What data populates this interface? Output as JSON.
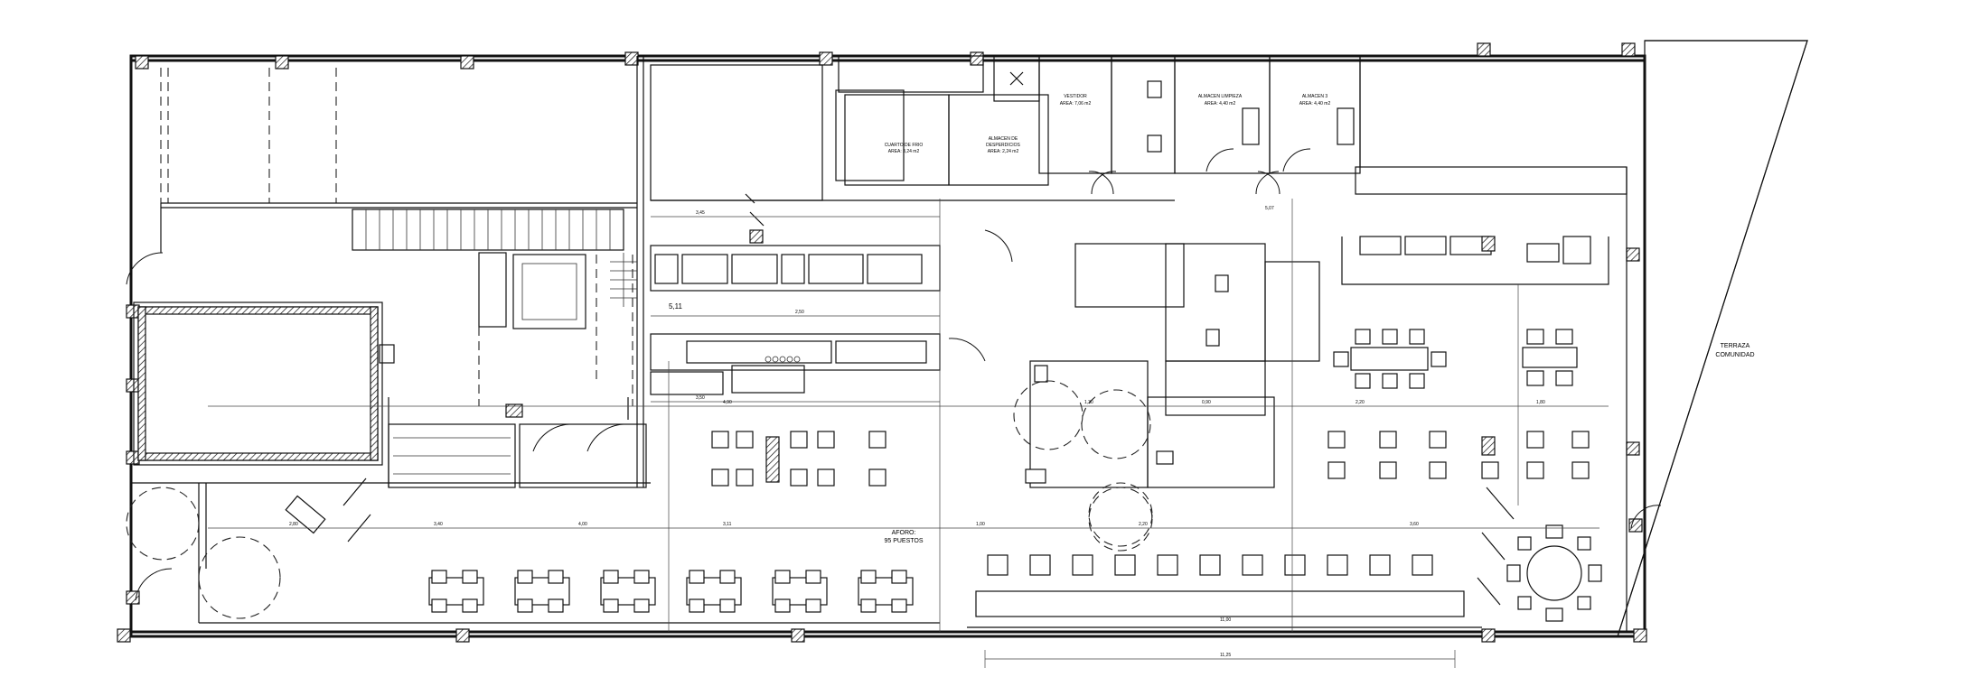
{
  "labels": {
    "terraza": "TERRAZA",
    "comunidad": "COMUNIDAD",
    "aforo": "AFORO:",
    "puestos": "95 PUESTOS",
    "vestidor": "VESTIDOR",
    "almacen_limpieza": "ALMACEN LIMPIEZA",
    "almacen_3": "ALMACEN 3",
    "cuarto_frio": "CUARTO DE FRIO",
    "almacen_desperdicios": "ALMACEN DE",
    "desperdicios": "DESPERDICIOS",
    "area_vestidor": "AREA: 7,06 m2",
    "area_limpieza": "AREA: 4,40 m2",
    "area_almacen3": "AREA: 4,40 m2",
    "area_frio": "AREA: 3,24 m2",
    "area_desp": "AREA: 2,24 m2",
    "stair_mark": "5,11"
  },
  "dimensions": {
    "d1": "3,45",
    "d2": "2,50",
    "d3": "3,50",
    "d4": "2,80",
    "d5": "3,40",
    "d6": "4,00",
    "d7": "3,11",
    "d8": "1,00",
    "d9": "2,20",
    "d10": "11,25",
    "d11": "11,00",
    "d12": "3,60",
    "d13": "4,90",
    "d14": "5,07",
    "d15": "1,30",
    "d16": "0,90",
    "d17": "2,20",
    "d18": "1,80"
  }
}
